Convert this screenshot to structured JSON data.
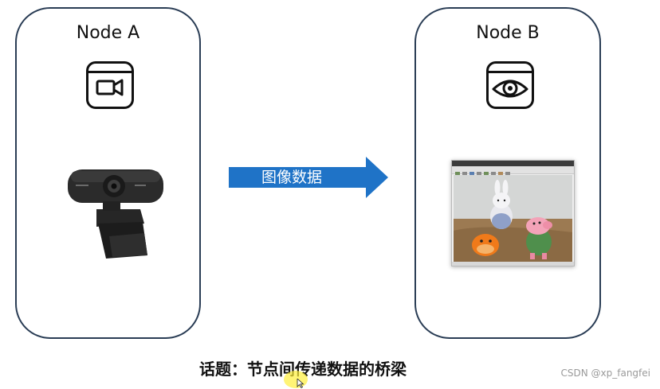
{
  "node_a": {
    "title": "Node A",
    "icon": "video-camera-icon"
  },
  "node_b": {
    "title": "Node B",
    "icon": "eye-icon"
  },
  "arrow": {
    "label": "图像数据",
    "color": "#1f73c7"
  },
  "caption": "话题：节点间传递数据的桥梁",
  "watermark": "CSDN @xp_fangfei",
  "colors": {
    "box_border": "#2a3d55",
    "arrow": "#1f73c7",
    "text": "#111111"
  }
}
